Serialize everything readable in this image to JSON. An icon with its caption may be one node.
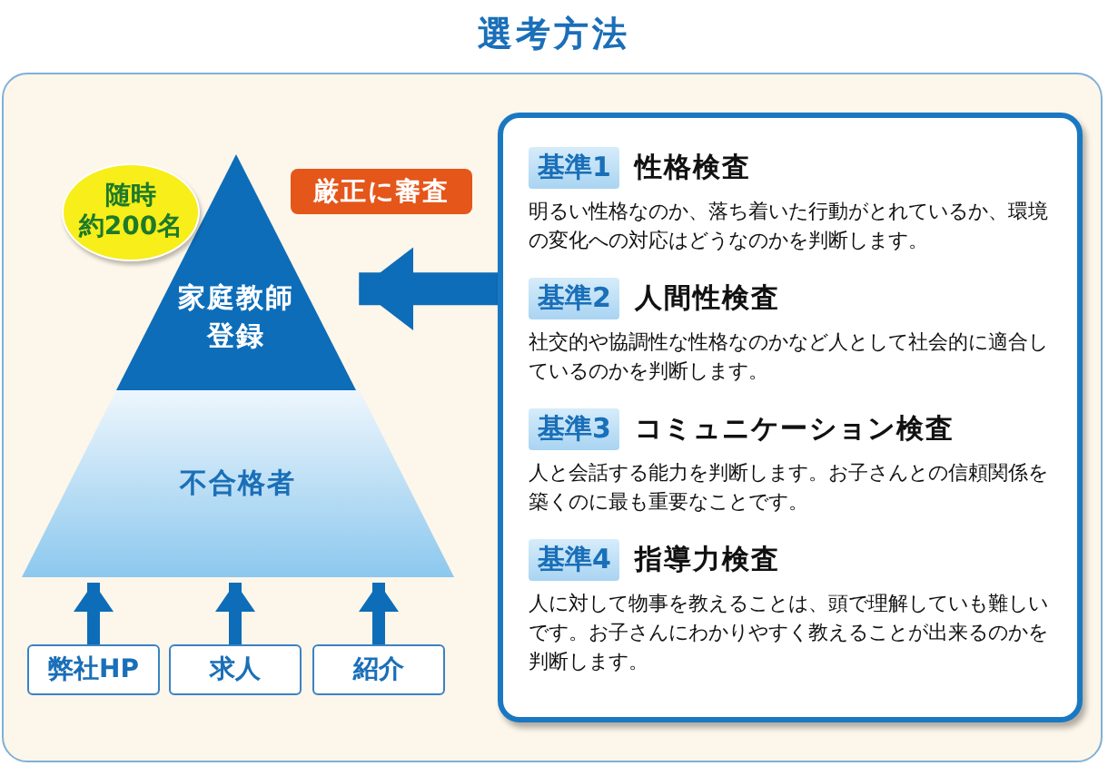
{
  "diagram": {
    "title": "選考方法",
    "nodes": [
      {
        "text": [
          "随時",
          "約200名"
        ]
      },
      {
        "text": [
          "厳正に審査"
        ]
      },
      {
        "text": [
          "家庭教師登録"
        ]
      },
      {
        "text": [
          "不合格者"
        ]
      },
      {
        "text": [
          "弊社HP"
        ]
      },
      {
        "text": [
          "求人"
        ]
      },
      {
        "text": [
          "紹介"
        ]
      },
      {
        "text": [],
        "shape": "box"
      },
      {
        "text": [
          "基準1",
          "性格検査",
          "明るい性格なのか、落ち着いた行動がとれているか、環境の変化への対応はどうなのかを判断します。"
        ],
        "in": 7
      },
      {
        "text": [
          "基準2",
          "人間性検査",
          "社交的や協調性な性格なのかなど人として社会的に適合しているのかを判断します。"
        ],
        "in": 7
      },
      {
        "text": [
          "基準3",
          "コミュニケーション検査",
          "人と会話する能力を判断します。お子さんとの信頼関係を築くのに最も重要なことです。"
        ],
        "in": 7
      },
      {
        "text": [
          "基準4",
          "指導力検査",
          "人に対して物事を教えることは、頭で理解していも難しいです。お子さんにわかりやすく教えることが出来るのかを判断します。"
        ],
        "in": 7
      }
    ],
    "edges": [
      {
        "from": 4,
        "to": 3,
        "arrow": "to"
      },
      {
        "from": 5,
        "to": 3,
        "arrow": "to"
      },
      {
        "from": 6,
        "to": 3,
        "arrow": "to"
      },
      {
        "from": 7,
        "to": 2,
        "arrow": "to",
        "style": "thick"
      }
    ]
  }
}
